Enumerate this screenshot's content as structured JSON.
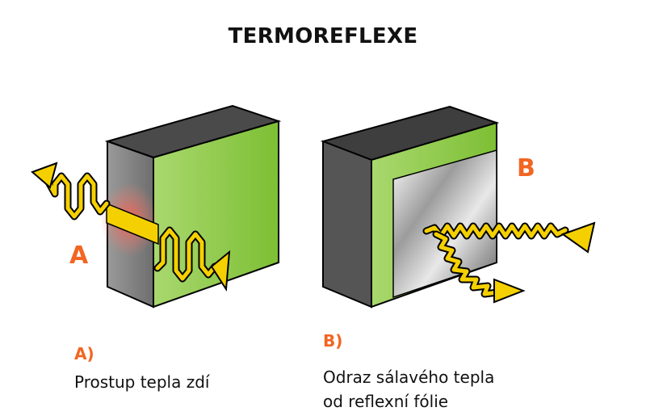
{
  "title": "TERMOREFLEXE",
  "colors": {
    "accent": "#f26522",
    "wall_green": "#8cc63f",
    "wave_yellow": "#f5d000",
    "wall_gray": "#8a8a8a"
  },
  "panel_a": {
    "marker": "A",
    "caption_label": "A)",
    "caption_text": "Prostup tepla zdí"
  },
  "panel_b": {
    "marker": "B",
    "caption_label": "B)",
    "caption_line1": "Odraz sálavého tepla",
    "caption_line2": "od reflexní fólie"
  }
}
